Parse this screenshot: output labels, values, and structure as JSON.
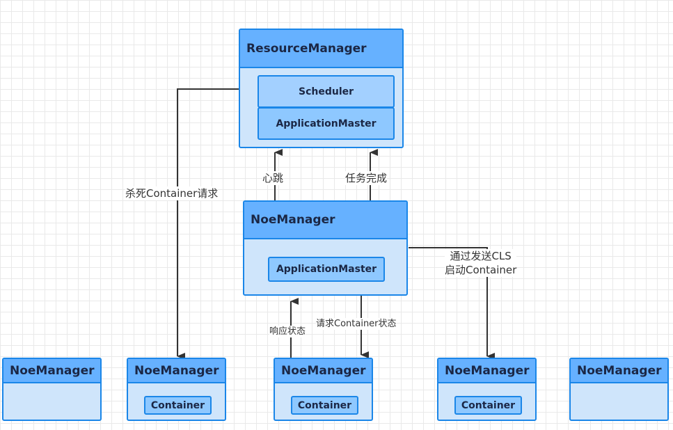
{
  "resource_manager": {
    "title": "ResourceManager",
    "components": [
      "Scheduler",
      "ApplicationMaster"
    ]
  },
  "main_node_manager": {
    "title": "NoeManager",
    "component": "ApplicationMaster"
  },
  "node_managers": [
    {
      "title": "NoeManager",
      "container": ""
    },
    {
      "title": "NoeManager",
      "container": "Container"
    },
    {
      "title": "NoeManager",
      "container": "Container"
    },
    {
      "title": "NoeManager",
      "container": "Container"
    },
    {
      "title": "NoeManager",
      "container": ""
    }
  ],
  "edge_labels": {
    "kill": "杀死Container请求",
    "heartbeat": "心跳",
    "task_done": "任务完成",
    "send_cls_line1": "通过发送CLS",
    "send_cls_line2": "启动Container",
    "response_status": "响应状态",
    "request_status": "请求Container状态"
  },
  "colors": {
    "border": "#1a86e8",
    "header_fill": "#66b1ff",
    "body_fill": "#cfe5fb",
    "inner_fill": "#8ec8ff",
    "inner_fill_light": "#a3d0ff",
    "line": "#333333"
  }
}
